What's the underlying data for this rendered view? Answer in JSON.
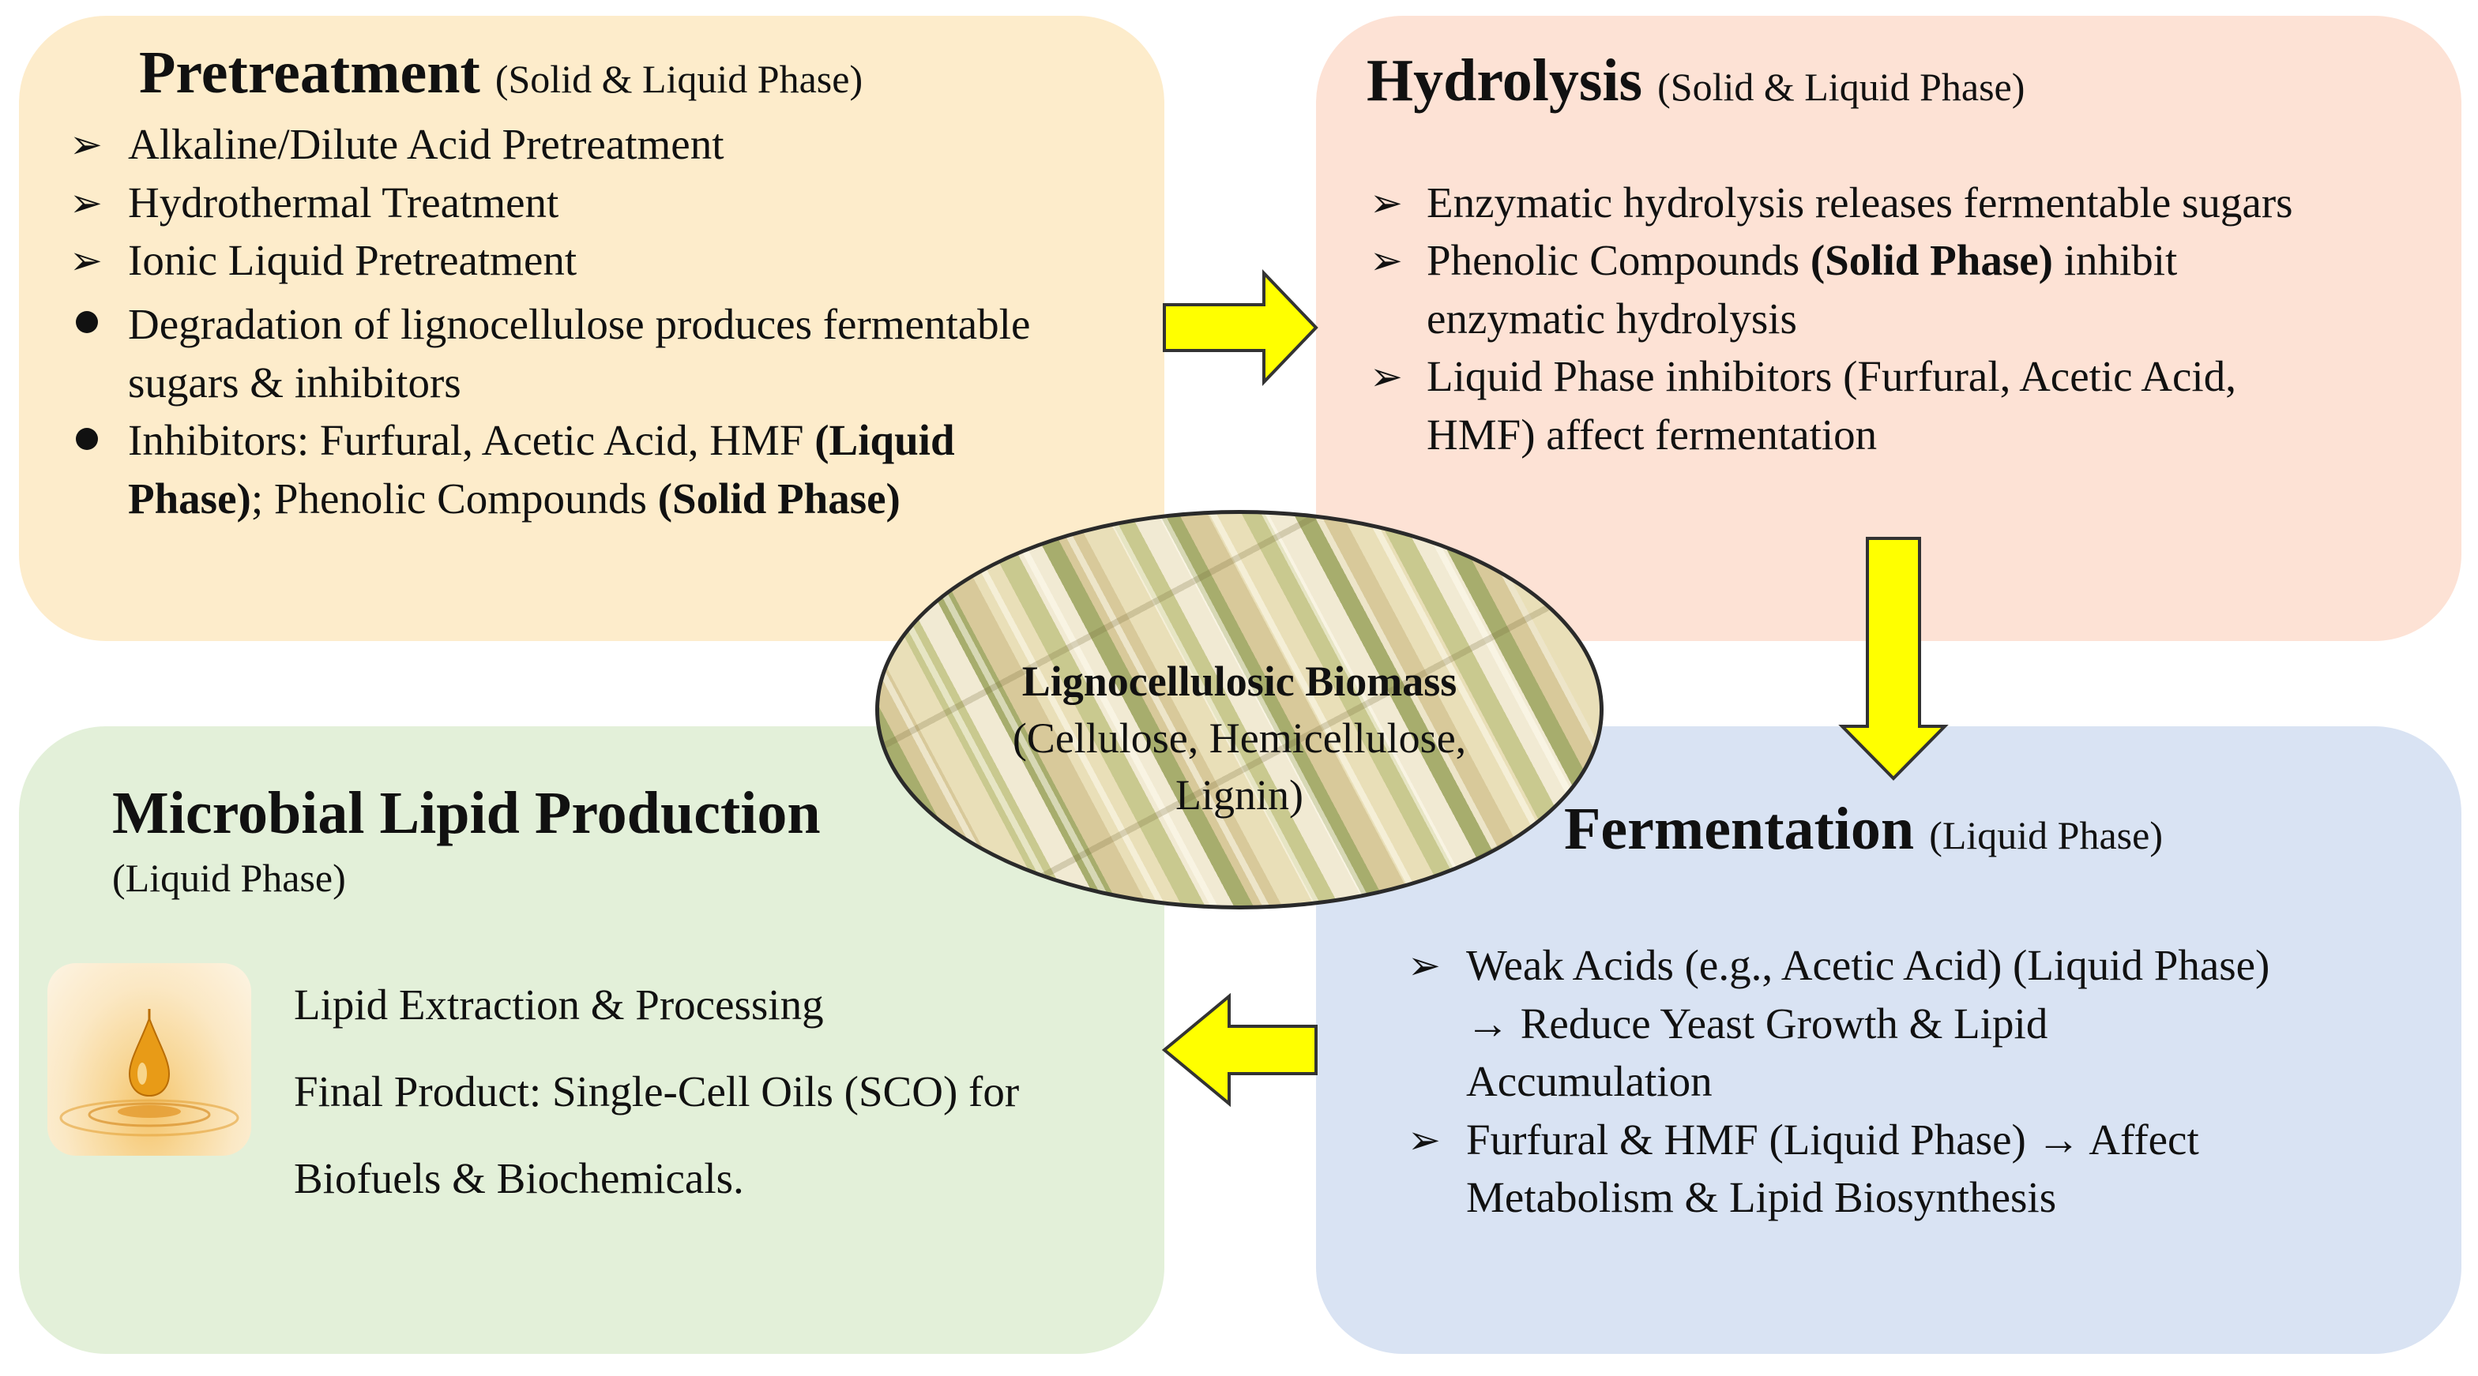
{
  "pretreatment": {
    "title": "Pretreatment",
    "subtitle": "(Solid & Liquid Phase)",
    "items": [
      "Alkaline/Dilute Acid Pretreatment",
      "Hydrothermal Treatment",
      "Ionic Liquid Pretreatment"
    ],
    "bullet1_line1": "Degradation of lignocellulose produces fermentable",
    "bullet1_line2": "sugars & inhibitors",
    "bullet2_line1_pre": "Inhibitors: Furfural, Acetic Acid, HMF ",
    "bullet2_line1_bold": "(Liquid",
    "bullet2_line2_bold": "Phase)",
    "bullet2_line2_mid": "; Phenolic Compounds ",
    "bullet2_line2_bold2": "(Solid Phase)"
  },
  "hydrolysis": {
    "title": "Hydrolysis",
    "subtitle": "(Solid & Liquid Phase)",
    "item1": "Enzymatic hydrolysis releases fermentable sugars",
    "item2_pre": "Phenolic Compounds ",
    "item2_bold": "(Solid Phase)",
    "item2_post": " inhibit",
    "item2_line2": "enzymatic hydrolysis",
    "item3_line1": "Liquid Phase inhibitors (Furfural, Acetic Acid,",
    "item3_line2": "HMF) affect fermentation"
  },
  "lipid": {
    "title": "Microbial Lipid Production",
    "subtitle": "(Liquid Phase)",
    "line1": "Lipid Extraction & Processing",
    "line2": "Final Product: Single-Cell Oils (SCO) for",
    "line3": "Biofuels & Biochemicals."
  },
  "fermentation": {
    "title": "Fermentation",
    "subtitle": "(Liquid Phase)",
    "item1_line1": "Weak Acids (e.g., Acetic Acid) (Liquid Phase)",
    "item1_line2": "→ Reduce Yeast Growth & Lipid",
    "item1_line3": "Accumulation",
    "item2_line1": "Furfural & HMF (Liquid Phase) → Affect",
    "item2_line2": "Metabolism & Lipid Biosynthesis"
  },
  "center": {
    "title": "Lignocellulosic Biomass",
    "line2": "(Cellulose, Hemicellulose,",
    "line3": "Lignin)"
  },
  "markers": {
    "arrow_bullet": "➢"
  },
  "colors": {
    "pretreatment_bg": "#fdeccb",
    "hydrolysis_bg": "#fde2d5",
    "lipid_bg": "#e3f0d9",
    "fermentation_bg": "#d9e3f3",
    "arrow_fill": "#ffff00"
  },
  "icons": [
    "oil-drop-icon",
    "arrow-right-icon",
    "arrow-down-icon",
    "arrow-left-icon"
  ]
}
